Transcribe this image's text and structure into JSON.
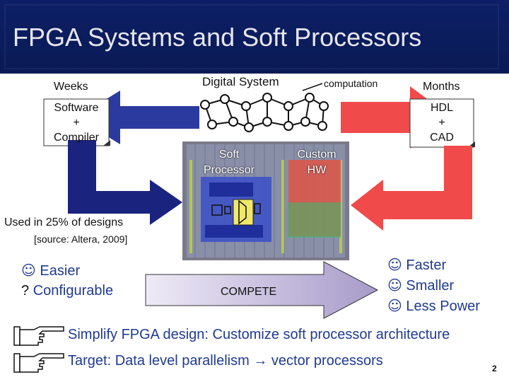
{
  "title": "FPGA Systems and Soft Processors",
  "weeks": "Weeks",
  "digital_system": "Digital System",
  "computation": "computation",
  "months": "Months",
  "software_compiler": [
    "Software",
    "+",
    "Compiler"
  ],
  "hdl_cad": [
    "HDL",
    "+",
    "CAD"
  ],
  "soft_processor": [
    "Soft",
    "Processor"
  ],
  "custom_hw": [
    "Custom",
    "HW"
  ],
  "used_in": "Used in 25% of designs",
  "source": "[source: Altera, 2009]",
  "easier": "Easier",
  "configurable": "Configurable",
  "compete": "COMPETE",
  "faster": "Faster",
  "smaller": "Smaller",
  "less_power": "Less Power",
  "bullet1": "Simplify FPGA design: Customize soft processor architecture",
  "bullet2": "Target: Data level parallelism → vector processors",
  "page_number": "2",
  "smile_glyph": "☺",
  "question_glyph": "?",
  "colors": {
    "title_bg": "#0d1f66",
    "left_arrow": "#2b3a9e",
    "right_arrow": "#f04a4a",
    "text_blue": "#1f3a93"
  }
}
